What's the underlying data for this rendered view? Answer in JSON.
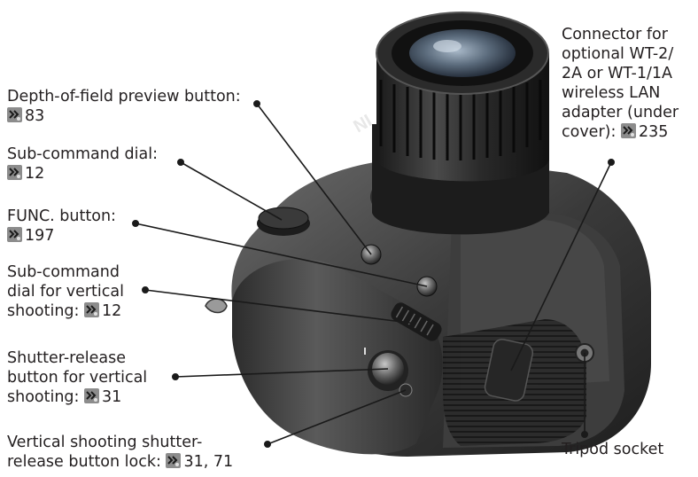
{
  "callouts": [
    {
      "id": "dof",
      "lines": [
        "Depth-of-field preview button:"
      ],
      "ref": "83"
    },
    {
      "id": "subcmd",
      "lines": [
        "Sub-command dial:"
      ],
      "ref": "12"
    },
    {
      "id": "func",
      "lines": [
        "FUNC. button:"
      ],
      "ref": "197"
    },
    {
      "id": "subcmd-vert",
      "lines": [
        "Sub-command",
        "dial for vertical",
        "shooting:"
      ],
      "ref": "12"
    },
    {
      "id": "shutter-vert",
      "lines": [
        "Shutter-release",
        "button for vertical",
        "shooting:"
      ],
      "ref": "31"
    },
    {
      "id": "lock",
      "lines": [
        "Vertical shooting shutter-",
        "release button lock:"
      ],
      "ref": "31, 71"
    },
    {
      "id": "connector",
      "lines": [
        "Connector for",
        "optional WT-2/",
        "2A or WT-1/1A",
        "wireless LAN",
        "adapter (under",
        "cover):"
      ],
      "ref": "235"
    },
    {
      "id": "tripod",
      "lines": [
        "Tripod socket"
      ],
      "ref": ""
    }
  ],
  "camera_brand_fragment": "NI",
  "colors": {
    "text": "#231f20",
    "icon": "#8c8c8c",
    "leader": "#1a1a1a"
  }
}
